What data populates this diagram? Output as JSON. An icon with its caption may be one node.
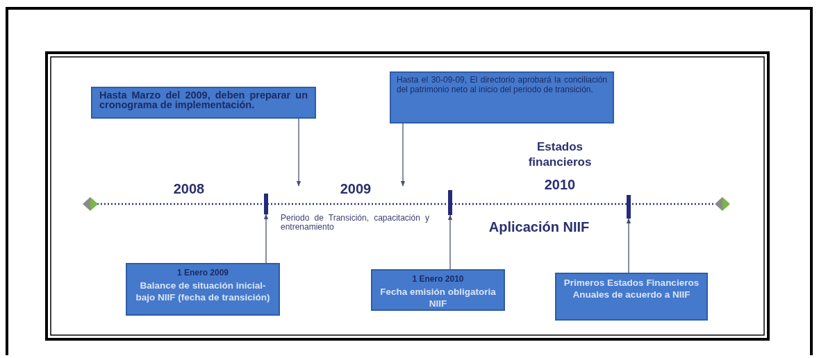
{
  "diagram": {
    "nodes": [
      {
        "text": [
          "Hasta Marzo del 2009, deben preparar un cronograma de implementación."
        ]
      },
      {
        "text": [
          "Hasta el 30-09-09, El directorio aprobará la conciliación del patrimonio neto al inicio del periodo de transición."
        ]
      },
      {
        "text": [
          "1 Enero 2009",
          "Balance de situación inicial-bajo NIIF (fecha de transición)"
        ]
      },
      {
        "text": [
          "1 Enero 2010",
          "Fecha emisión obligatoria NIIF"
        ]
      },
      {
        "text": [
          "Primeros Estados Financieros Anuales de acuerdo a NIIF"
        ]
      },
      {
        "text": [],
        "shape": "bar"
      },
      {
        "text": [],
        "shape": "bar"
      },
      {
        "text": [],
        "shape": "bar"
      }
    ],
    "edges": [
      {
        "from": 0,
        "to": null,
        "arrow": "to"
      },
      {
        "from": 1,
        "to": null,
        "arrow": "to"
      },
      {
        "from": 2,
        "to": 5,
        "arrow": "to"
      },
      {
        "from": 3,
        "to": 6,
        "arrow": "to"
      },
      {
        "from": 4,
        "to": 7,
        "arrow": "to"
      }
    ],
    "labels": [
      "2008",
      "2009",
      "Estados financieros",
      "2010",
      "Periodo de Transición, capacitación y entrenamiento",
      "Aplicación NIIF"
    ]
  }
}
